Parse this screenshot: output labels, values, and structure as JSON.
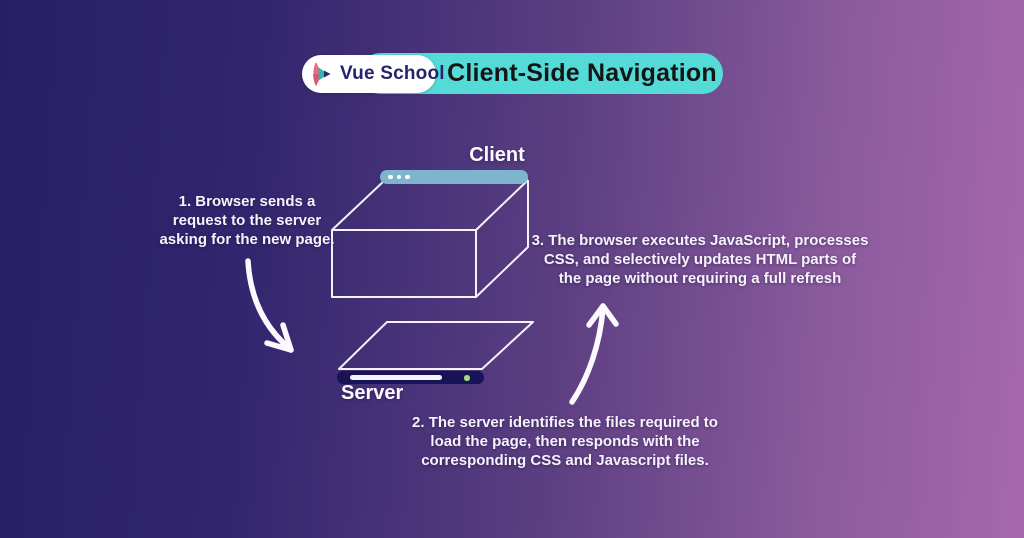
{
  "header": {
    "logo_text": "Vue School",
    "title": "Client-Side Navigation",
    "pill_color": "#54dbd8",
    "logo_text_color": "#26246b"
  },
  "diagram": {
    "client_label": "Client",
    "server_label": "Server",
    "steps": [
      {
        "lines": [
          "1. Browser sends a",
          "request to the server",
          "asking for the new page."
        ]
      },
      {
        "lines": [
          "2. The server identifies the files required to",
          "load the page, then responds with the",
          "corresponding CSS and Javascript files."
        ]
      },
      {
        "lines": [
          "3. The browser executes JavaScript, processes",
          "CSS, and selectively updates HTML parts of",
          "the page without requiring a full refresh"
        ]
      }
    ],
    "colors": {
      "background_left": "#271f64",
      "background_right": "#a767ae",
      "outline": "#f6f2fb",
      "browser_bar": "#7fb4ce",
      "server_base": "#181257",
      "server_led": "#a4da77",
      "arrow": "#fcfaff"
    }
  }
}
